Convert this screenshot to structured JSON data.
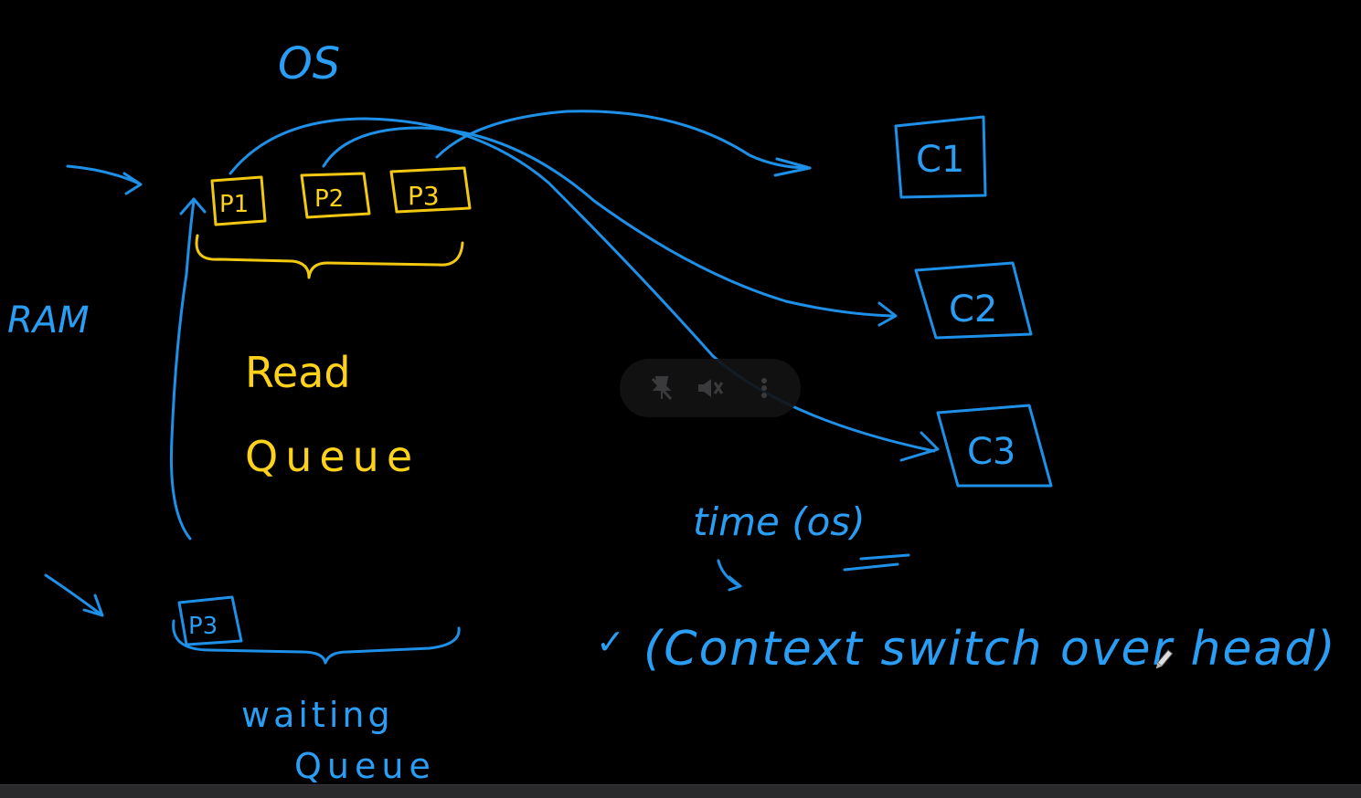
{
  "labels": {
    "os_top": "OS",
    "ram": "RAM",
    "p1": "P1",
    "p2": "P2",
    "p3": "P3",
    "p3_waiting": "P3",
    "ready_queue_line1": "Read",
    "ready_queue_line2": "Queue",
    "waiting_queue_line1": "waiting",
    "waiting_queue_line2": "Queue",
    "c1": "C1",
    "c2": "C2",
    "c3": "C3",
    "time_os": "time (os)",
    "context_switch": "(Context switch over head)",
    "check_mark": "✓"
  },
  "colors": {
    "background": "#000000",
    "blue_ink": "#1e90e8",
    "yellow_ink": "#f2c811"
  },
  "overlay": {
    "icons": [
      "pin-off-icon",
      "mute-icon",
      "more-vertical-icon"
    ]
  }
}
